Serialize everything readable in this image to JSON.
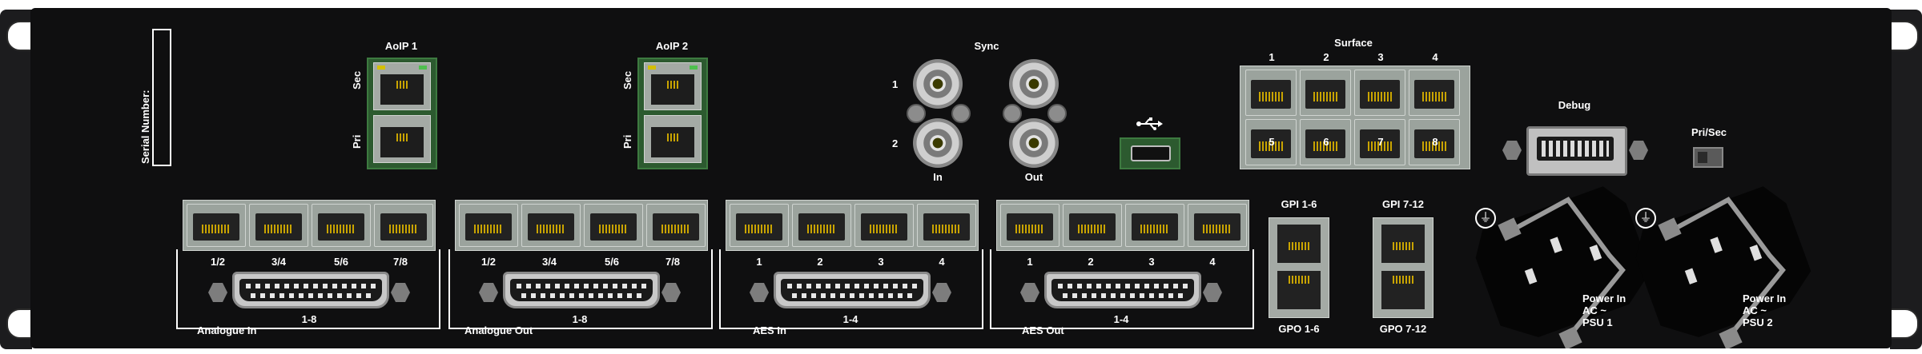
{
  "panel": {
    "serial_label": "Serial Number:",
    "aoip1": {
      "title": "AoIP 1",
      "sec": "Sec",
      "pri": "Pri"
    },
    "aoip2": {
      "title": "AoIP 2",
      "sec": "Sec",
      "pri": "Pri"
    },
    "sync": {
      "title": "Sync",
      "row1": "1",
      "row2": "2",
      "in": "In",
      "out": "Out"
    },
    "surface": {
      "title": "Surface",
      "ports_top": [
        "1",
        "2",
        "3",
        "4"
      ],
      "ports_bottom": [
        "5",
        "6",
        "7",
        "8"
      ]
    },
    "debug": {
      "title": "Debug"
    },
    "prisec": {
      "title": "Pri/Sec"
    },
    "usb_icon": "usb-icon",
    "analogue_in": {
      "ports": [
        "1/2",
        "3/4",
        "5/6",
        "7/8"
      ],
      "dsub": "1-8",
      "title": "Analogue In"
    },
    "analogue_out": {
      "ports": [
        "1/2",
        "3/4",
        "5/6",
        "7/8"
      ],
      "dsub": "1-8",
      "title": "Analogue Out"
    },
    "aes_in": {
      "ports": [
        "1",
        "2",
        "3",
        "4"
      ],
      "dsub": "1-4",
      "title": "AES In"
    },
    "aes_out": {
      "ports": [
        "1",
        "2",
        "3",
        "4"
      ],
      "dsub": "1-4",
      "title": "AES Out"
    },
    "gpio": {
      "gpi1": "GPI 1-6",
      "gpi2": "GPI 7-12",
      "gpo1": "GPO 1-6",
      "gpo2": "GPO 7-12"
    },
    "psu1": "Power In\nAC ~\nPSU 1",
    "psu2": "Power In\nAC ~\nPSU 2",
    "ground_symbol": "⏚"
  }
}
